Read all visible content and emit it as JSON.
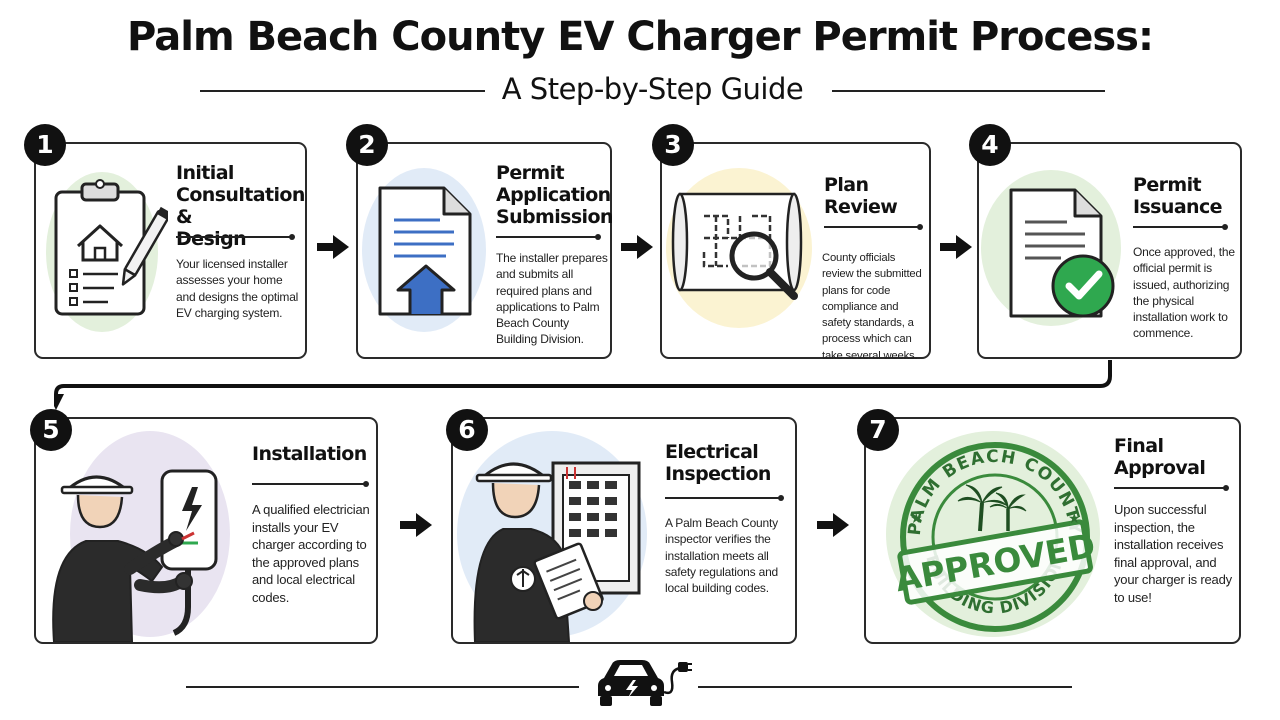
{
  "page": {
    "title": "Palm Beach County EV Charger Permit Process:",
    "subtitle": "A Step-by-Step Guide"
  },
  "colors": {
    "ink": "#111111",
    "green_blob": "#e3f0dc",
    "blue_blob": "#e1ebf7",
    "yellow_blob": "#fbf3d2",
    "purple_blob": "#e9e4f1",
    "accent_blue": "#3d6fc4",
    "check_green": "#2fa84f",
    "stamp_green": "#3a8a3c"
  },
  "steps": [
    {
      "number": "1",
      "title": "Initial\nConsultation &\nDesign",
      "description": "Your licensed installer assesses your home and designs the optimal EV charging system.",
      "icon": "clipboard-house-icon"
    },
    {
      "number": "2",
      "title": "Permit\nApplication\nSubmission",
      "description": "The installer prepares and submits all required plans and applications to Palm Beach County Building Division.",
      "icon": "document-upload-icon"
    },
    {
      "number": "3",
      "title": "Plan\nReview",
      "description": "County officials review the submitted plans for code compliance and safety standards, a process which can take several weeks.",
      "icon": "blueprint-magnifier-icon"
    },
    {
      "number": "4",
      "title": "Permit\nIssuance",
      "description": "Once approved, the official permit is issued, authorizing the physical installation work to commence.",
      "icon": "document-check-icon"
    },
    {
      "number": "5",
      "title": "Installation",
      "description": "A qualified electrician installs your EV charger according to the approved plans and local electrical codes.",
      "icon": "electrician-charger-icon"
    },
    {
      "number": "6",
      "title": "Electrical\nInspection",
      "description": "A Palm Beach County inspector verifies the installation meets all safety regulations and local building codes.",
      "icon": "inspector-panel-icon"
    },
    {
      "number": "7",
      "title": "Final\nApproval",
      "description": "Upon successful inspection, the installation receives final approval, and your charger is ready to use!",
      "icon": "approved-stamp-icon"
    }
  ],
  "stamp": {
    "top_text": "PALM BEACH COUNTY",
    "bottom_text": "BUILDING DIVISION",
    "main_text": "APPROVED"
  },
  "footer": {
    "icon": "ev-car-plug-icon"
  }
}
